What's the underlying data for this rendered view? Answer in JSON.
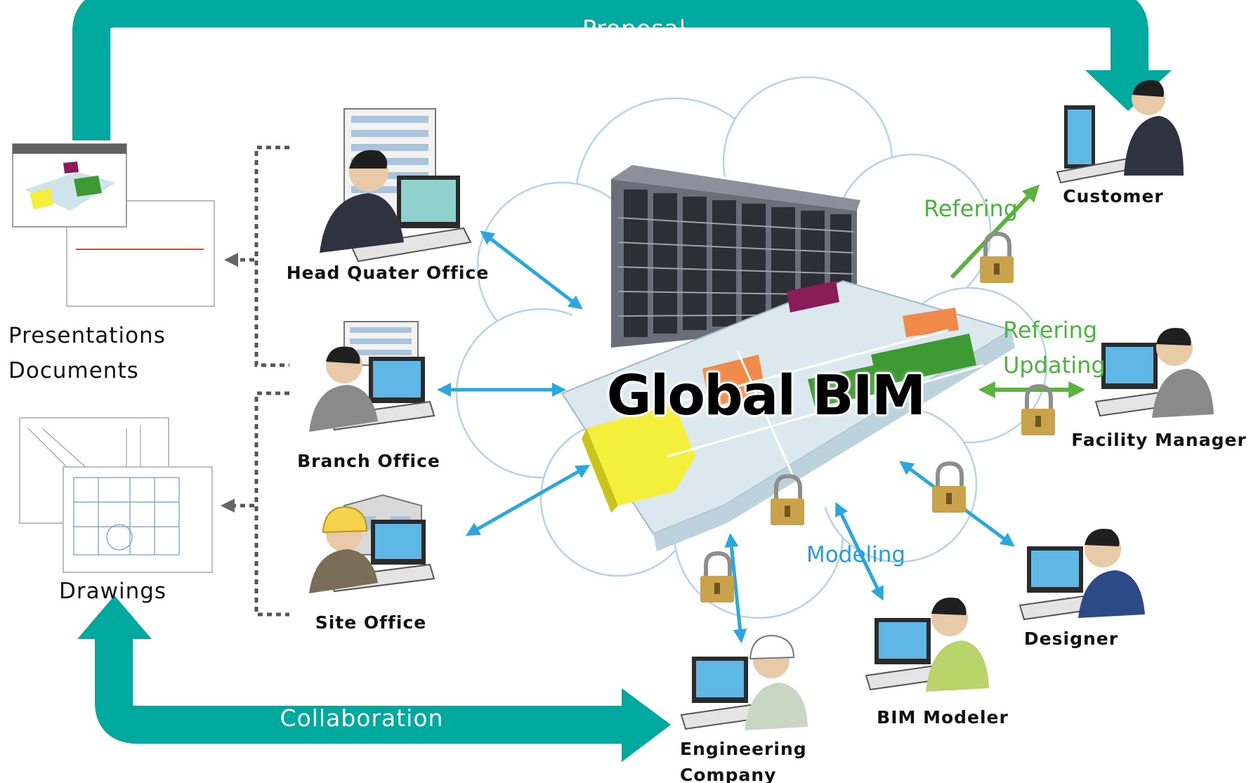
{
  "center": {
    "title": "Global BIM"
  },
  "flows": {
    "proposal": "Proposal",
    "collaboration": "Collaboration"
  },
  "outputs": {
    "presentations": "Presentations",
    "documents": "Documents",
    "drawings": "Drawings"
  },
  "offices": {
    "head": "Head Quater Office",
    "branch": "Branch Office",
    "site": "Site Office"
  },
  "roles": {
    "customer": "Customer",
    "facility": "Facility Manager",
    "designer": "Designer",
    "modeler": "BIM Modeler",
    "engineering_1": "Engineering",
    "engineering_2": "Company"
  },
  "actions": {
    "refering_customer": "Refering",
    "refering_facility": "Refering",
    "updating": "Updating",
    "modeling": "Modeling"
  },
  "colors": {
    "teal": "#00a99d",
    "arrow_blue": "#29a8e0",
    "arrow_green": "#5bb33d",
    "title_blue": "#1c3f8e",
    "lock_gold": "#c9a24a"
  }
}
